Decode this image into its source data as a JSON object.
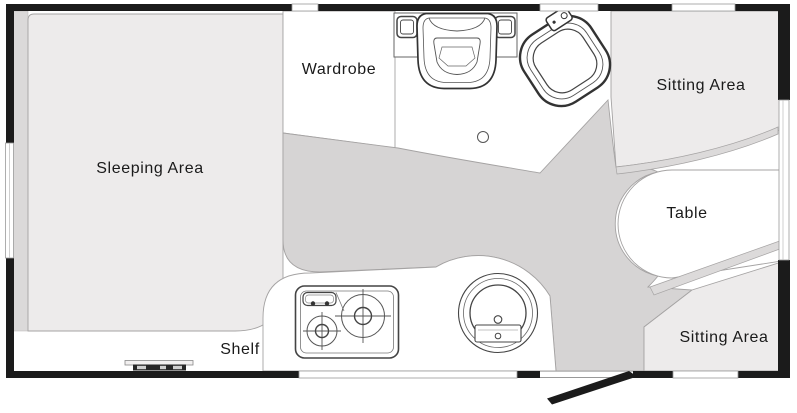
{
  "labels": {
    "sleeping_area": "Sleeping Area",
    "wardrobe": "Wardrobe",
    "sitting_area_top": "Sitting Area",
    "table": "Table",
    "sitting_area_bottom": "Sitting Area",
    "shelf": "Shelf"
  },
  "fixtures": [
    "toilet",
    "bathroom-sink",
    "floor-drain",
    "two-burner-stove",
    "kitchen-sink",
    "entry-door",
    "entry-step",
    "window"
  ],
  "colors": {
    "wall": "#1b1b1b",
    "area_light": "#edebeb",
    "floor_dark": "#d6d4d4",
    "band": "#dcdada",
    "outline": "#a5a3a3",
    "white": "#ffffff",
    "ink": "#1a1a1a"
  }
}
